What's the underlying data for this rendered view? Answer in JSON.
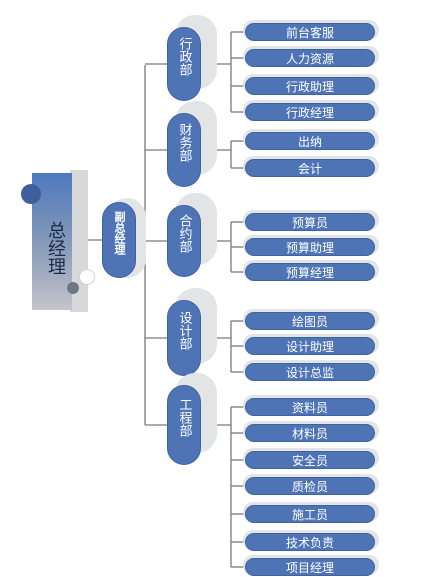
{
  "root": {
    "label": "总经理"
  },
  "deputy": {
    "label": "副总经理"
  },
  "departments": [
    {
      "label": "行政部",
      "roles": [
        "前台客服",
        "人力资源",
        "行政助理",
        "行政经理"
      ]
    },
    {
      "label": "财务部",
      "roles": [
        "出纳",
        "会计"
      ]
    },
    {
      "label": "合约部",
      "roles": [
        "预算员",
        "预算助理",
        "预算经理"
      ]
    },
    {
      "label": "设计部",
      "roles": [
        "绘图员",
        "设计助理",
        "设计总监"
      ]
    },
    {
      "label": "工程部",
      "roles": [
        "资料员",
        "材料员",
        "安全员",
        "质检员",
        "施工员",
        "技术负责",
        "项目经理"
      ]
    }
  ],
  "colors": {
    "node": "#4e74b6",
    "line": "#7a7a7a",
    "shadow": "#e3e4e6"
  }
}
